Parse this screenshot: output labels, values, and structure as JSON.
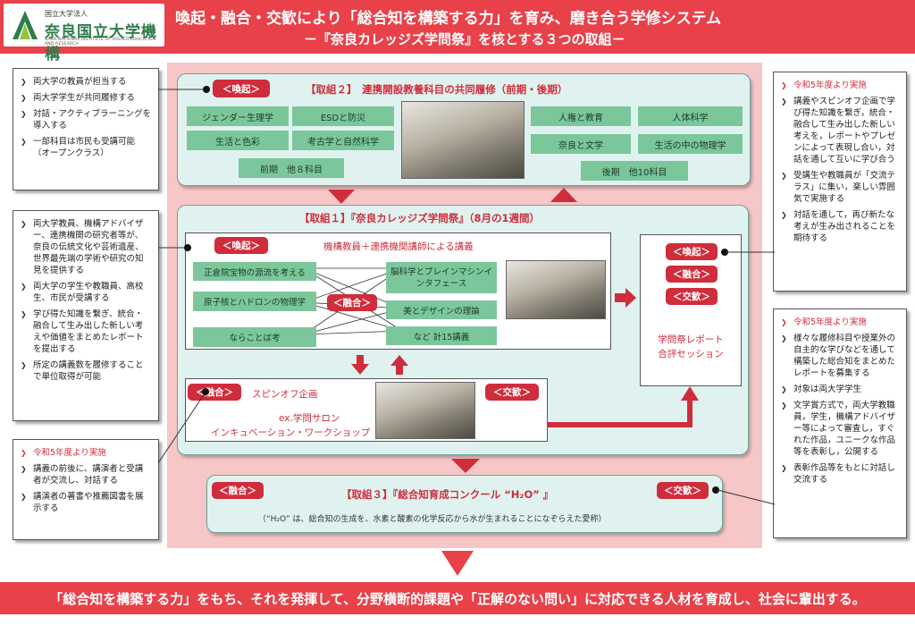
{
  "header": {
    "logo_small": "国立大学法人",
    "logo_name": "奈良国立大学機構",
    "logo_en": "NARA NATIONAL INSTITUTE OF HIGHER EDUCATION AND RESEARCH",
    "title": "喚起・融合・交歓により「総合知を構築する力」を育み、磨き合う学修システム",
    "subtitle": "－『奈良カレッジズ学問祭』を核とする３つの取組－"
  },
  "left_callouts": [
    {
      "items": [
        {
          "text": "両大学の教員が担当する"
        },
        {
          "text": "両大学学生が共同履修する"
        },
        {
          "text": "対話・アクティブラーニングを導入する"
        },
        {
          "text": "一部科目は市民も受講可能（オープンクラス）"
        }
      ]
    },
    {
      "items": [
        {
          "text": "両大学教員、機構アドバイザー、連携機関の研究者等が、奈良の伝統文化や芸術遺産、世界最先端の学術や研究の知見を提供する"
        },
        {
          "text": "両大学の学生や教職員、高校生、市民が受講する"
        },
        {
          "text": "学び得た知識を繋ぎ、統合・融合して生み出した新しい考えや価値をまとめたレポートを提出する"
        },
        {
          "text": "所定の講義数を履修することで単位取得が可能"
        }
      ]
    },
    {
      "items": [
        {
          "text": "令和5年度より実施",
          "red": true
        },
        {
          "text": "講義の前後に、講演者と受講者が交流し、対話する"
        },
        {
          "text": "講演者の著書や推薦図書を展示する"
        }
      ]
    }
  ],
  "right_callouts": [
    {
      "items": [
        {
          "text": "令和5年度より実施",
          "red": true
        },
        {
          "text": "講義やスピンオフ企画で学び得た知識を繋ぎ，統合・融合して生み出した新しい考えを，レポートやプレゼンによって表現し合い，対話を通して互いに学び合う"
        },
        {
          "text": "受講生や教職員が「交流テラス」に集い，楽しい雰囲気で実施する"
        },
        {
          "text": "対話を通して，再び新たな考えが生み出されることを期待する"
        }
      ]
    },
    {
      "items": [
        {
          "text": "令和5年度より実施",
          "red": true
        },
        {
          "text": "様々な履修科目や授業外の自主的な学びなどを通して構築した総合知をまとめたレポートを募集する"
        },
        {
          "text": "対象は両大学学生"
        },
        {
          "text": "文学賞方式で，両大学教職員，学生，機構アドバイザー等によって審査し，すぐれた作品，ユニークな作品等を表彰し，公開する"
        },
        {
          "text": "表彰作品等をもとに対話し交流する"
        }
      ]
    }
  ],
  "tags": {
    "kanki": "＜喚起＞",
    "yugo": "＜融合＞",
    "kokan": "＜交歓＞"
  },
  "torikumi2": {
    "title": "【取組２】　連携開設教養科目の共同履修（前期・後期）",
    "front_subjects": [
      "ジェンダー生理学",
      "ESDと防災",
      "生活と色彩",
      "考古学と自然科学"
    ],
    "front_more": "前期　他８科目",
    "back_subjects": [
      "人権と教育",
      "人体科学",
      "奈良と文学",
      "生活の中の物理学"
    ],
    "back_more": "後期　他10科目"
  },
  "torikumi1": {
    "title": "【取組１】『奈良カレッジズ学問祭』（8月の1週間）",
    "lecture_head": "機構教員＋連携機関講師による講義",
    "left_topics": [
      "正倉院宝物の源流を考える",
      "原子核とハドロンの物理学",
      "ならことば考"
    ],
    "right_topics": [
      "脳科学とブレインマシンインタフェース",
      "美とデザインの理論",
      "など 計15講義"
    ],
    "spinoff_title": "スピンオフ企画",
    "spinoff_line1": "ex.学問サロン",
    "spinoff_line2": "インキュベーション・ワークショップ",
    "session_line1": "学問祭レポート",
    "session_line2": "合評セッション"
  },
  "torikumi3": {
    "title": "【取組３】『総合知育成コンクール “H₂O” 』",
    "note": "（“H₂O” は、総合知の生成を、水素と酸素の化学反応から水が生まれることになぞらえた愛称）"
  },
  "banner": "「総合知を構築する力」をもち、それを発揮して、分野横断的課題や「正解のない問い」に対応できる人材を育成し、社会に輩出する。",
  "colors": {
    "red": "#e8414a",
    "tag_red": "#cf2d3c",
    "green_box": "#7bc79b",
    "panel": "#e0f2ef",
    "pink": "#f7c6c6"
  }
}
